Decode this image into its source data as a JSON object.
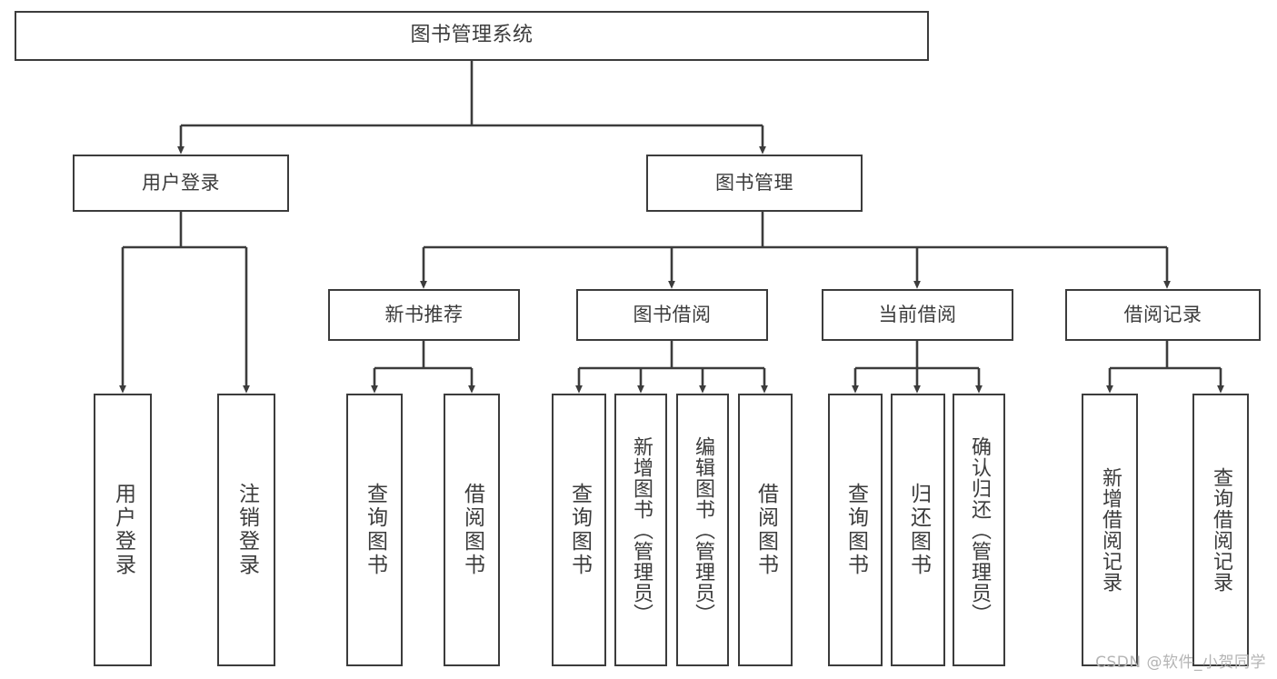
{
  "diagram": {
    "type": "tree",
    "title": "图书管理系统",
    "root": {
      "id": "root",
      "label": "图书管理系统"
    },
    "level1": [
      {
        "id": "user-login",
        "label": "用户登录"
      },
      {
        "id": "book-manage",
        "label": "图书管理"
      }
    ],
    "level2": [
      {
        "id": "new-book-recommend",
        "label": "新书推荐",
        "parent": "book-manage"
      },
      {
        "id": "book-borrow",
        "label": "图书借阅",
        "parent": "book-manage"
      },
      {
        "id": "current-borrow",
        "label": "当前借阅",
        "parent": "book-manage"
      },
      {
        "id": "borrow-record",
        "label": "借阅记录",
        "parent": "book-manage"
      }
    ],
    "leaves": [
      {
        "id": "leaf-user-login",
        "label": "用户登录",
        "parent": "user-login"
      },
      {
        "id": "leaf-logout-login",
        "label": "注销登录",
        "parent": "user-login"
      },
      {
        "id": "leaf-query-book-1",
        "label": "查询图书",
        "parent": "new-book-recommend"
      },
      {
        "id": "leaf-borrow-book-1",
        "label": "借阅图书",
        "parent": "new-book-recommend"
      },
      {
        "id": "leaf-query-book-2",
        "label": "查询图书",
        "parent": "book-borrow"
      },
      {
        "id": "leaf-add-book",
        "label": "新增图书（管理员）",
        "parent": "book-borrow"
      },
      {
        "id": "leaf-edit-book",
        "label": "编辑图书（管理员）",
        "parent": "book-borrow"
      },
      {
        "id": "leaf-borrow-book-2",
        "label": "借阅图书",
        "parent": "book-borrow"
      },
      {
        "id": "leaf-query-book-3",
        "label": "查询图书",
        "parent": "current-borrow"
      },
      {
        "id": "leaf-return-book",
        "label": "归还图书",
        "parent": "current-borrow"
      },
      {
        "id": "leaf-confirm-return",
        "label": "确认归还（管理员）",
        "parent": "current-borrow"
      },
      {
        "id": "leaf-add-record",
        "label": "新增借阅记录",
        "parent": "borrow-record"
      },
      {
        "id": "leaf-query-record",
        "label": "查询借阅记录",
        "parent": "borrow-record"
      }
    ]
  },
  "watermark": {
    "text": "CSDN @软件_小贺同学"
  },
  "colors": {
    "stroke": "#3c3c3c",
    "background": "#ffffff",
    "watermark": "#b4b4b4"
  }
}
